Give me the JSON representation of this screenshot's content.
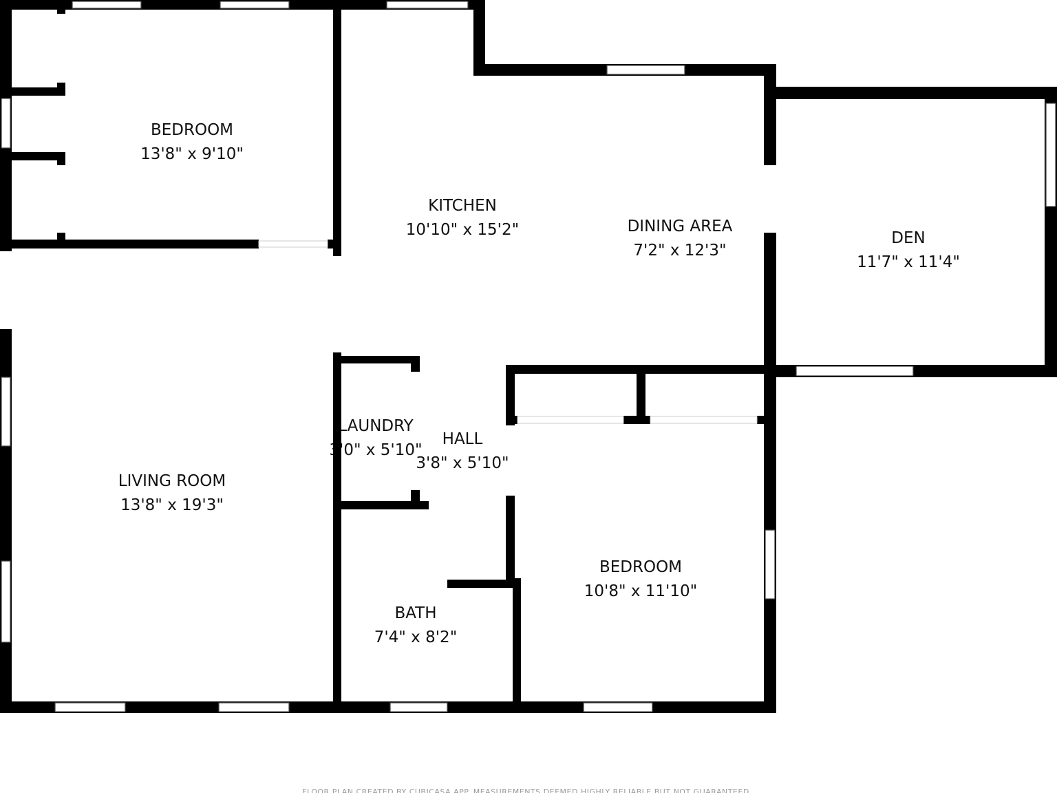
{
  "rooms": [
    {
      "name": "BEDROOM",
      "size": "13'8\" x 9'10\""
    },
    {
      "name": "KITCHEN",
      "size": "10'10\" x 15'2\""
    },
    {
      "name": "DINING AREA",
      "size": "7'2\" x 12'3\""
    },
    {
      "name": "DEN",
      "size": "11'7\" x 11'4\""
    },
    {
      "name": "LAUNDRY",
      "size": "3'0\" x 5'10\""
    },
    {
      "name": "HALL",
      "size": "3'8\" x 5'10\""
    },
    {
      "name": "LIVING ROOM",
      "size": "13'8\" x 19'3\""
    },
    {
      "name": "BEDROOM",
      "size": "10'8\" x 11'10\""
    },
    {
      "name": "BATH",
      "size": "7'4\" x 8'2\""
    }
  ],
  "footer": "FLOOR PLAN CREATED BY CUBICASA APP. MEASUREMENTS DEEMED HIGHLY RELIABLE BUT NOT GUARANTEED.",
  "colors": {
    "wall": "#000000",
    "background": "#ffffff"
  }
}
